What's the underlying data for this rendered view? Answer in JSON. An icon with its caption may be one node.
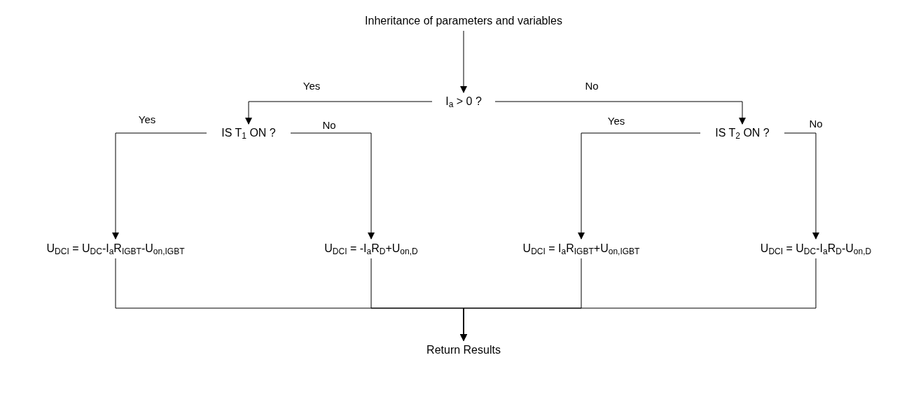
{
  "diagram": {
    "nodes": [
      {
        "text": [
          "Inheritance of parameters and variables"
        ]
      },
      {
        "text": [
          "I$_{a}$ > 0 ?"
        ]
      },
      {
        "text": [
          "IS T$_{1}$ ON ?"
        ]
      },
      {
        "text": [
          "IS T$_{2}$ ON ?"
        ]
      },
      {
        "text": [
          "U$_{DCI}$ = U$_{DC}$-I$_{a}$R$_{IGBT}$-U$_{on,IGBT}$"
        ]
      },
      {
        "text": [
          "U$_{DCI}$ = -I$_{a}$R$_{D}$+U$_{on,D}$"
        ]
      },
      {
        "text": [
          "U$_{DCI}$ = I$_{a}$R$_{IGBT}$+U$_{on,IGBT}$"
        ]
      },
      {
        "text": [
          "U$_{DCI}$ = U$_{DC}$-I$_{a}$R$_{D}$-U$_{on,D}$"
        ]
      },
      {
        "text": [
          "Return Results"
        ]
      }
    ],
    "edges": [
      {
        "from": 0,
        "to": 1,
        "arrow": "to"
      },
      {
        "from": 1,
        "to": 2,
        "arrow": "to",
        "label": "Yes"
      },
      {
        "from": 1,
        "to": 3,
        "arrow": "to",
        "label": "No"
      },
      {
        "from": 2,
        "to": 4,
        "arrow": "to",
        "label": "Yes"
      },
      {
        "from": 2,
        "to": 5,
        "arrow": "to",
        "label": "No"
      },
      {
        "from": 3,
        "to": 6,
        "arrow": "to",
        "label": "Yes"
      },
      {
        "from": 3,
        "to": 7,
        "arrow": "to",
        "label": "No"
      },
      {
        "from": 4,
        "to": 8,
        "arrow": "to"
      },
      {
        "from": 5,
        "to": 8,
        "arrow": "to"
      },
      {
        "from": 6,
        "to": 8,
        "arrow": "to"
      },
      {
        "from": 7,
        "to": 8,
        "arrow": "to"
      }
    ]
  }
}
